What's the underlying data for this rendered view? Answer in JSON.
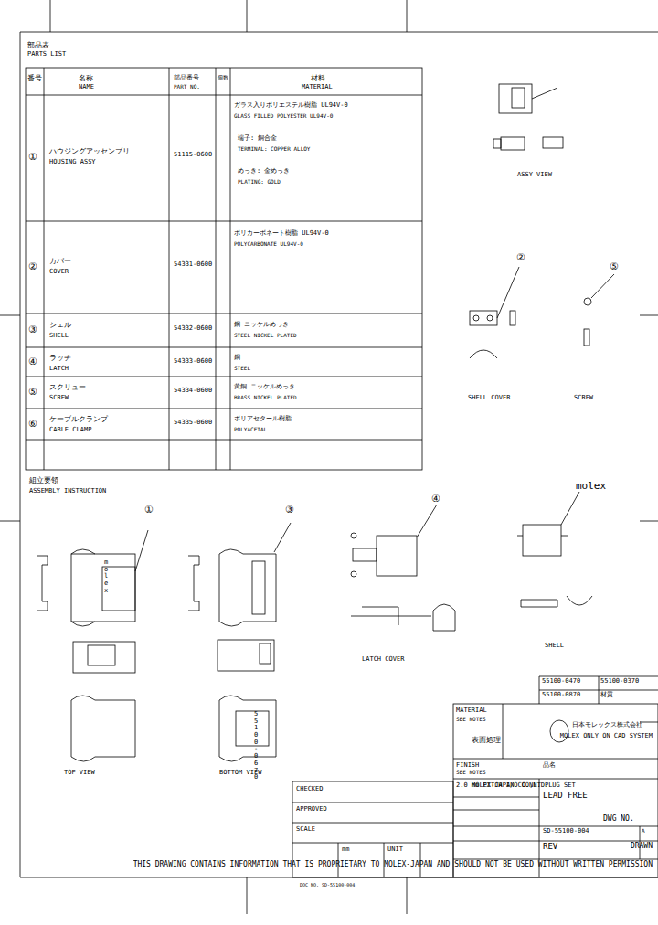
{
  "diagram": {
    "labels": [
      "部品表",
      "PARTS LIST",
      "番号",
      "名称",
      "NAME",
      "部品番号",
      "PART NO.",
      "個数",
      "材料",
      "MATERIAL",
      "①",
      "ハウジングアッセンブリ",
      "HOUSING ASSY",
      "51115-0600",
      "ガラス入りポリエステル樹脂 UL94V-0",
      "GLASS FILLED POLYESTER UL94V-0",
      "端子: 銅合金",
      "TERMINAL: COPPER ALLOY",
      "めっき: 金めっき",
      "PLATING: GOLD",
      "②",
      "カバー",
      "COVER",
      "54331-0600",
      "ポリカーボネート樹脂 UL94V-0",
      "POLYCARBONATE UL94V-0",
      "③",
      "シェル",
      "SHELL",
      "54332-0600",
      "鋼 ニッケルめっき",
      "STEEL NICKEL PLATED",
      "④",
      "ラッチ",
      "LATCH",
      "54333-0600",
      "鋼",
      "STEEL",
      "⑤",
      "スクリュー",
      "SCREW",
      "54334-0600",
      "黄銅 ニッケルめっき",
      "BRASS NICKEL PLATED",
      "⑥",
      "ケーブルクランプ",
      "CABLE CLAMP",
      "54335-0600",
      "ポリアセタール樹脂",
      "POLYACETAL",
      "組立要領",
      "ASSEMBLY INSTRUCTION",
      "ASSY VIEW",
      "SHELL COVER",
      "SCREW",
      "LATCH COVER",
      "SHELL",
      "TOP VIEW",
      "BOTTOM VIEW",
      "②",
      "⑤",
      "①",
      "③",
      "④",
      "molex",
      "molex",
      "55100-0670",
      "55100-0470",
      "55100-0370",
      "55100-0870",
      "材質",
      "MATERIAL",
      "SEE NOTES",
      "表面処理",
      "FINISH",
      "SEE NOTES",
      "MOLEX-JAPAN CO.,LTD.",
      "日本モレックス株式会社",
      "MOLEX ONLY ON CAD SYSTEM",
      "品名",
      "2.0 mm PITCH I/O CONN. PLUG SET",
      "LEAD FREE",
      "DWG NO.",
      "SD-55100-004",
      "REV",
      "A",
      "DRAWN",
      "CHECKED",
      "APPROVED",
      "SCALE",
      "UNIT",
      "mm",
      "THIS DRAWING CONTAINS INFORMATION THAT IS PROPRIETARY TO MOLEX-JAPAN AND SHOULD NOT BE USED WITHOUT WRITTEN PERMISSION",
      "DOC NO. SD-55100-004"
    ]
  }
}
